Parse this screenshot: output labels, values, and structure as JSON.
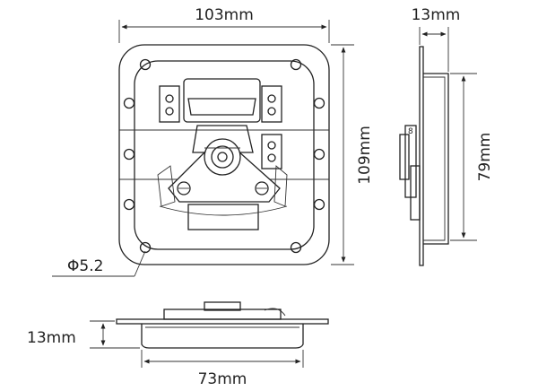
{
  "front_view": {
    "width_label": "103mm",
    "height_label": "109mm",
    "hole_label": "Φ5.2"
  },
  "side_view": {
    "depth_label": "13mm",
    "height_label": "79mm"
  },
  "bottom_view": {
    "depth_label": "13mm",
    "width_label": "73mm"
  }
}
